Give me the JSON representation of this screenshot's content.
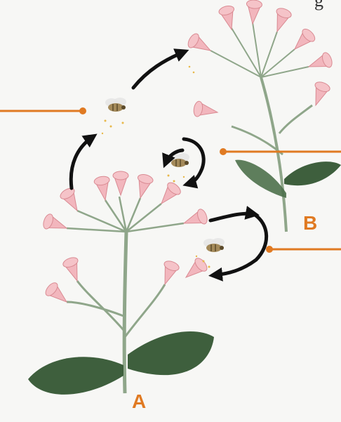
{
  "labels": {
    "plant_a": "A",
    "plant_b": "B",
    "corner_glyph": "g"
  },
  "colors": {
    "background": "#f7f7f5",
    "pointer_line": "#e07a22",
    "label": "#e07a22",
    "arrow": "#111111",
    "stem": "#8fa68a",
    "leaf": "#3e5f3d",
    "flower": "#f2b6bd",
    "flower_center": "#d98a92",
    "bee_body": "#a48a5a",
    "bee_wing": "#e6e6e6",
    "pollen": "#e8b84a"
  },
  "icons": [
    "tobacco-plant-a",
    "tobacco-plant-b",
    "bee-icon",
    "curved-arrow"
  ]
}
